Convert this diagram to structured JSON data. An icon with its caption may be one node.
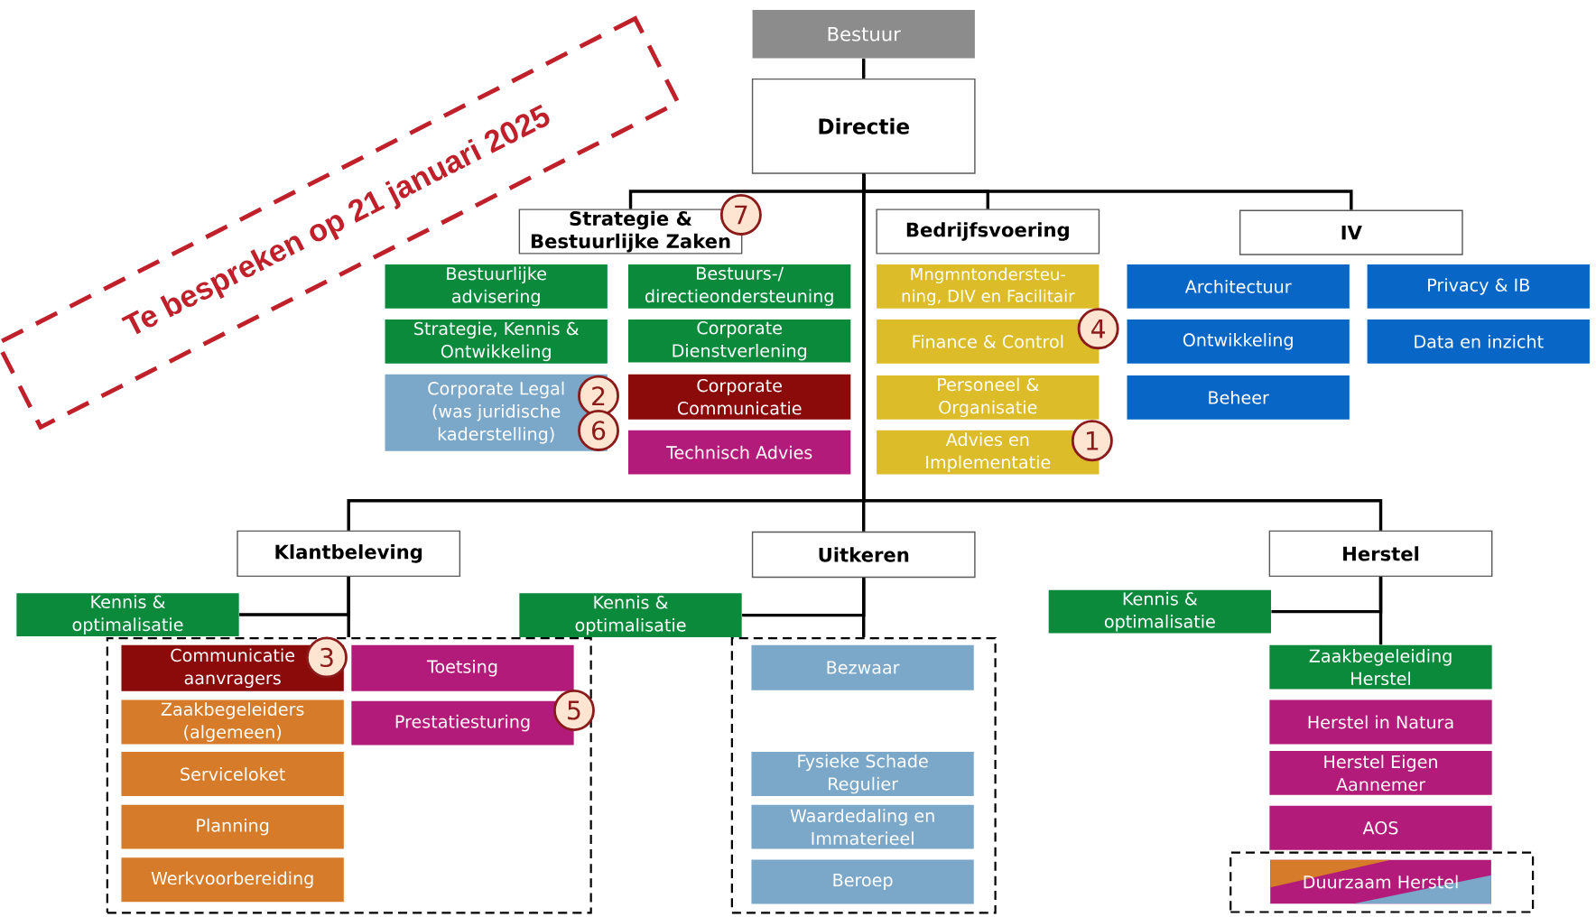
{
  "diagram": {
    "nodes": [
      {
        "text": [
          "Bestuur"
        ]
      },
      {
        "text": [
          "Directie"
        ]
      },
      {
        "text": [
          "Strategie & Bestuurlijke Zaken"
        ]
      },
      {
        "text": [
          "Bedrijfsvoering"
        ]
      },
      {
        "text": [
          "IV"
        ]
      },
      {
        "text": [
          "Bestuurlijke advisering"
        ]
      },
      {
        "text": [
          "Bestuurs-/ directieondersteuning"
        ]
      },
      {
        "text": [
          "Strategie, Kennis & Ontwikkeling"
        ]
      },
      {
        "text": [
          "Corporate Dienstverlening"
        ]
      },
      {
        "text": [
          "Corporate Legal (was juridische kaderstelling)"
        ]
      },
      {
        "text": [
          "Corporate Communicatie"
        ]
      },
      {
        "text": [
          "Technisch Advies"
        ]
      },
      {
        "text": [
          "Mngmntondersteu- ning, DIV en Facilitair"
        ]
      },
      {
        "text": [
          "Finance & Control"
        ]
      },
      {
        "text": [
          "Personeel & Organisatie"
        ]
      },
      {
        "text": [
          "Advies en Implementatie"
        ]
      },
      {
        "text": [
          "Architectuur"
        ]
      },
      {
        "text": [
          "Privacy & IB"
        ]
      },
      {
        "text": [
          "Ontwikkeling"
        ]
      },
      {
        "text": [
          "Data en inzicht"
        ]
      },
      {
        "text": [
          "Beheer"
        ]
      },
      {
        "text": [
          "Klantbeleving"
        ]
      },
      {
        "text": [
          "Uitkeren"
        ]
      },
      {
        "text": [
          "Herstel"
        ]
      },
      {
        "text": [
          "Kennis & optimalisatie"
        ]
      },
      {
        "text": [],
        "shape": "box"
      },
      {
        "text": [
          "Communicatie aanvragers"
        ],
        "in": 25
      },
      {
        "text": [
          "Toetsing"
        ],
        "in": 25
      },
      {
        "text": [
          "Zaakbegeleiders (algemeen)"
        ],
        "in": 25
      },
      {
        "text": [
          "Prestatiesturing"
        ],
        "in": 25
      },
      {
        "text": [
          "Serviceloket"
        ],
        "in": 25
      },
      {
        "text": [
          "Planning"
        ],
        "in": 25
      },
      {
        "text": [
          "Werkvoorbereiding"
        ],
        "in": 25
      },
      {
        "text": [
          "Kennis & optimalisatie"
        ]
      },
      {
        "text": [],
        "shape": "box"
      },
      {
        "text": [
          "Bezwaar"
        ],
        "in": 34
      },
      {
        "text": [
          "Fysieke Schade Regulier"
        ],
        "in": 34
      },
      {
        "text": [
          "Waardedaling en Immaterieel"
        ],
        "in": 34
      },
      {
        "text": [
          "Beroep"
        ],
        "in": 34
      },
      {
        "text": [
          "Kennis & optimalisatie"
        ]
      },
      {
        "text": [
          "Zaakbegeleiding Herstel"
        ]
      },
      {
        "text": [
          "Herstel in Natura"
        ]
      },
      {
        "text": [
          "Herstel Eigen Aannemer"
        ]
      },
      {
        "text": [
          "AOS"
        ]
      },
      {
        "text": [],
        "shape": "box"
      },
      {
        "text": [
          "Duurzaam Herstel"
        ],
        "in": 44
      }
    ],
    "edges": [
      {
        "from": 0,
        "to": 1,
        "arrow": "none"
      },
      {
        "from": 1,
        "to": 2,
        "arrow": "none"
      },
      {
        "from": 1,
        "to": 3,
        "arrow": "none"
      },
      {
        "from": 1,
        "to": 4,
        "arrow": "none"
      },
      {
        "from": 1,
        "to": 21,
        "arrow": "none"
      },
      {
        "from": 1,
        "to": 22,
        "arrow": "none"
      },
      {
        "from": 1,
        "to": 23,
        "arrow": "none"
      },
      {
        "from": 21,
        "to": 24,
        "arrow": "none"
      },
      {
        "from": 21,
        "to": 25,
        "arrow": "none"
      },
      {
        "from": 22,
        "to": 33,
        "arrow": "none"
      },
      {
        "from": 22,
        "to": 34,
        "arrow": "none"
      },
      {
        "from": 23,
        "to": 39,
        "arrow": "none"
      },
      {
        "from": 23,
        "to": 40,
        "arrow": "none"
      }
    ],
    "labels": [
      "Te bespreken op 21 januari 2025",
      "7",
      "4",
      "2",
      "6",
      "1",
      "3",
      "5"
    ]
  }
}
